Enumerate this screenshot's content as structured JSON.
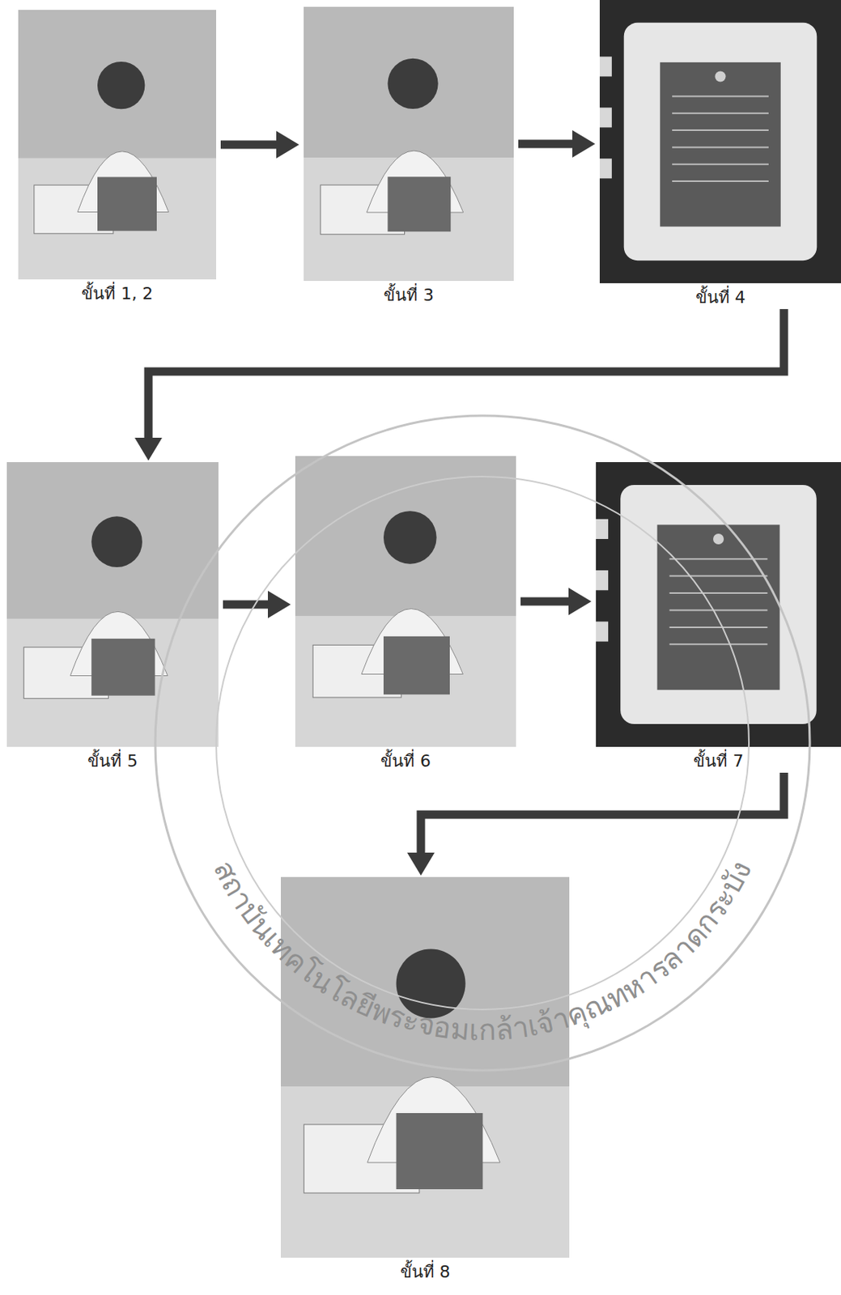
{
  "diagram": {
    "nodes": [
      {
        "text": [
          "ขั้นที่ 1, 2"
        ]
      },
      {
        "text": [
          "ขั้นที่ 3"
        ]
      },
      {
        "text": [
          "ขั้นที่ 4"
        ]
      },
      {
        "text": [
          "ขั้นที่ 5"
        ]
      },
      {
        "text": [
          "ขั้นที่ 6"
        ]
      },
      {
        "text": [
          "ขั้นที่ 7"
        ]
      },
      {
        "text": [
          "ขั้นที่ 8"
        ]
      }
    ],
    "edges": [
      {
        "from": 0,
        "to": 1,
        "arrow": "to"
      },
      {
        "from": 1,
        "to": 2,
        "arrow": "to"
      },
      {
        "from": 2,
        "to": 3,
        "arrow": "to"
      },
      {
        "from": 3,
        "to": 4,
        "arrow": "to"
      },
      {
        "from": 4,
        "to": 5,
        "arrow": "to"
      },
      {
        "from": 5,
        "to": 6,
        "arrow": "to"
      }
    ],
    "labels": [
      "สถาบันเทคโนโลยีพระจอมเกล้าเจ้าคุณทหารลาดกระบัง"
    ]
  }
}
